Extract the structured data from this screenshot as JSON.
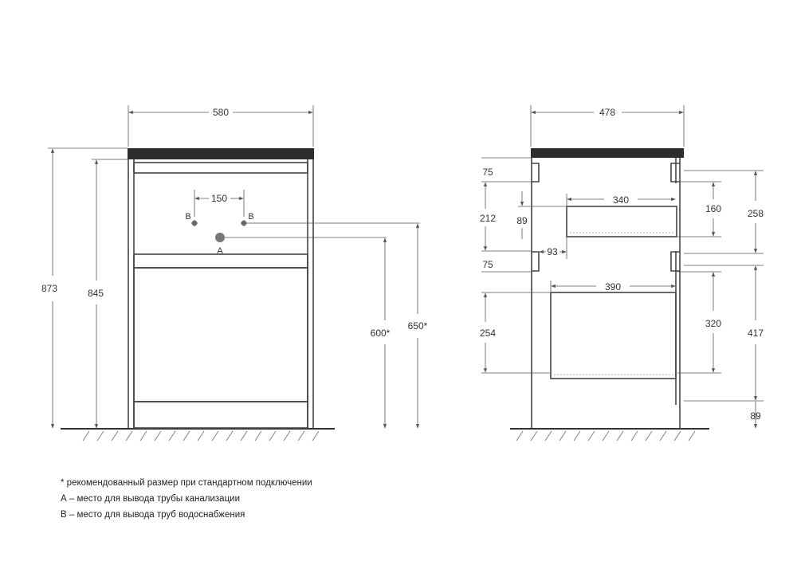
{
  "front_view": {
    "width": "580",
    "tap_spacing": "150",
    "total_height": "873",
    "body_height": "845",
    "drain_height": "600*",
    "supply_height": "650*",
    "supply_marker_left": "B",
    "supply_marker_right": "B",
    "drain_marker": "A"
  },
  "side_view": {
    "depth": "478",
    "dims": {
      "d75_top": "75",
      "d212": "212",
      "d89_left": "89",
      "d340": "340",
      "d160": "160",
      "d258": "258",
      "d93": "93",
      "d75_mid": "75",
      "d390": "390",
      "d254": "254",
      "d320": "320",
      "d417": "417",
      "d89_bottom": "89"
    }
  },
  "notes": {
    "asterisk": "* рекомендованный размер при стандартном подключении",
    "a": "А – место для вывода трубы канализации",
    "b": "В – место для вывода труб водоснабжения"
  }
}
